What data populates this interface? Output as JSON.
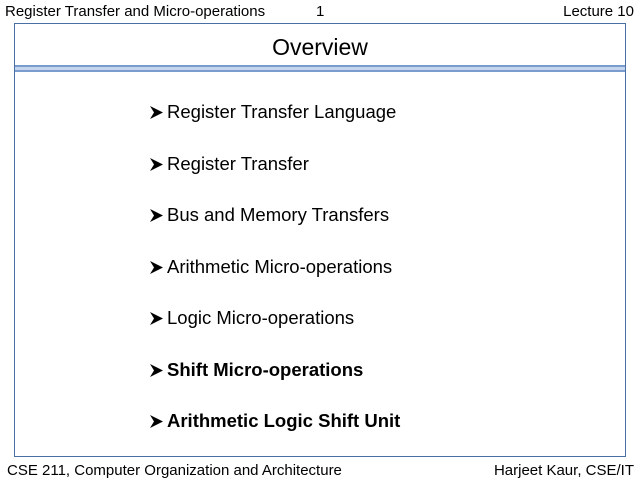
{
  "header": {
    "left": "Register Transfer and Micro-operations",
    "page_number": "1",
    "right": "Lecture 10"
  },
  "slide": {
    "title": "Overview",
    "bullet_icon": "arrowhead-bullet-icon",
    "items": [
      {
        "label": "Register Transfer Language",
        "bold": false
      },
      {
        "label": "Register Transfer",
        "bold": false
      },
      {
        "label": "Bus and Memory Transfers",
        "bold": false
      },
      {
        "label": "Arithmetic Micro-operations",
        "bold": false
      },
      {
        "label": "Logic Micro-operations",
        "bold": false
      },
      {
        "label": "Shift Micro-operations",
        "bold": true
      },
      {
        "label": "Arithmetic Logic Shift Unit",
        "bold": true
      }
    ]
  },
  "footer": {
    "left": "CSE 211, Computer Organization and Architecture",
    "right": "Harjeet Kaur, CSE/IT"
  },
  "colors": {
    "frame": "#4a6fa5",
    "title_rule": "#7a9ccf",
    "title_rule_fill": "#c4d5ee",
    "text": "#000000"
  }
}
